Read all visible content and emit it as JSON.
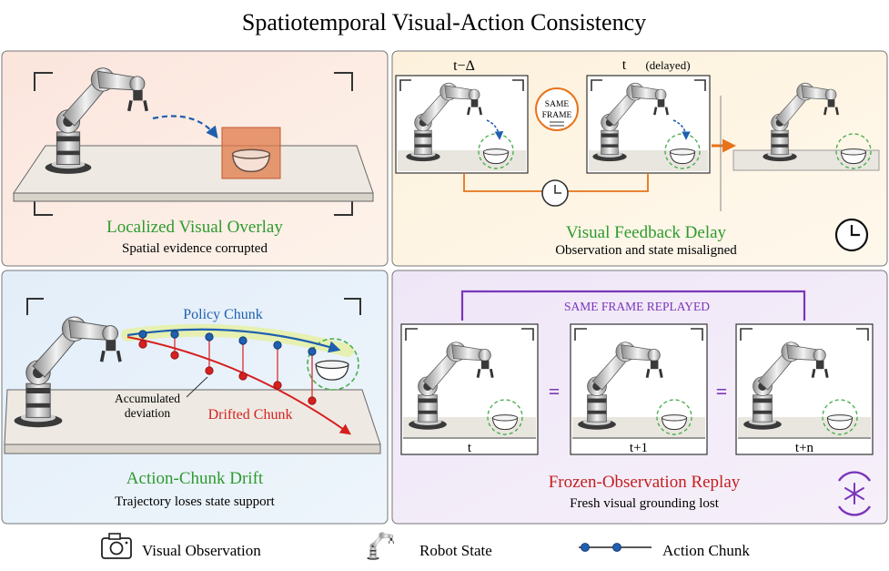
{
  "title": "Spatiotemporal Visual-Action Consistency",
  "colors": {
    "green_title": "#2e9a2e",
    "red_title": "#c41e1e",
    "blue_chunk": "#1f5fae",
    "red_chunk": "#d62020",
    "orange": "#e8731a",
    "purple": "#7a36b8",
    "dashed_green": "#4caf50"
  },
  "panels": {
    "overlay": {
      "title": "Localized Visual Overlay",
      "subtitle": "Spatial evidence corrupted"
    },
    "delay": {
      "title": "Visual Feedback Delay",
      "subtitle": "Observation and state misaligned",
      "label_past": "t−Δ",
      "label_now": "t",
      "label_delayed": "(delayed)",
      "badge_line1": "SAME",
      "badge_line2": "FRAME"
    },
    "drift": {
      "title": "Action-Chunk Drift",
      "subtitle": "Trajectory loses state support",
      "policy_label": "Policy Chunk",
      "drifted_label": "Drifted Chunk",
      "deviation_line1": "Accumulated",
      "deviation_line2": "deviation"
    },
    "replay": {
      "title": "Frozen-Observation Replay",
      "subtitle": "Fresh visual grounding lost",
      "banner": "SAME FRAME REPLAYED",
      "frames": [
        "t",
        "t+1",
        "t+n"
      ],
      "equals": "="
    }
  },
  "legend": {
    "visual_observation": "Visual Observation",
    "robot_state": "Robot State",
    "action_chunk": "Action Chunk"
  }
}
